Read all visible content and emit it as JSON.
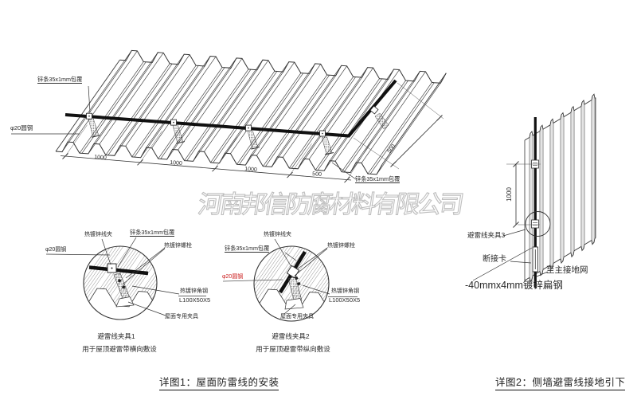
{
  "watermark": "河南邦信防腐材料有限公司",
  "colors": {
    "line": "#333333",
    "red": "#cc2222",
    "watermark_gray": "#bdbdbd"
  },
  "roof": {
    "strip_label_top": "锌条35x1mm包覆",
    "round_steel_label": "φ20圆钢",
    "strip_label_bottom": "锌条35x1mm包覆",
    "dims": [
      "1000",
      "1000",
      "1000",
      "500"
    ],
    "slope_dim": "500"
  },
  "detail1": {
    "clamp_label": "热镀锌线夹",
    "strip_label": "锌条35x1mm包覆",
    "bolt_label": "热镀锌螺栓",
    "round_steel_label": "φ20圆钢",
    "angle_label": "热镀锌角钢",
    "angle_spec": "L100X50X5",
    "roof_clamp_label": "屋面专用夹具",
    "title": "避雷线夹具1",
    "subtitle": "用于屋顶避雷带横向敷设"
  },
  "detail2": {
    "clamp_label": "热镀锌线夹",
    "strip_label": "锌条35x1mm包覆",
    "bolt_label": "热镀锌螺栓",
    "round_steel_label": "φ20圆钢",
    "angle_label": "热镀锌角钢",
    "angle_spec": "L100X50X5",
    "roof_clamp_label": "屋面专用夹具",
    "title": "避雷线夹具2",
    "subtitle": "用于屋顶避雷带纵向敷设"
  },
  "wall": {
    "dim": "1000",
    "clamp_label": "避雷线夹具3",
    "disconnect_label": "断接卡",
    "ground_label": "至主接地网",
    "flat_steel_label": "-40mmx4mm镀锌扁钢"
  },
  "figures": {
    "fig1": "详图1：屋面防雷线的安装",
    "fig2": "详图2：侧墙避雷线接地引下"
  }
}
